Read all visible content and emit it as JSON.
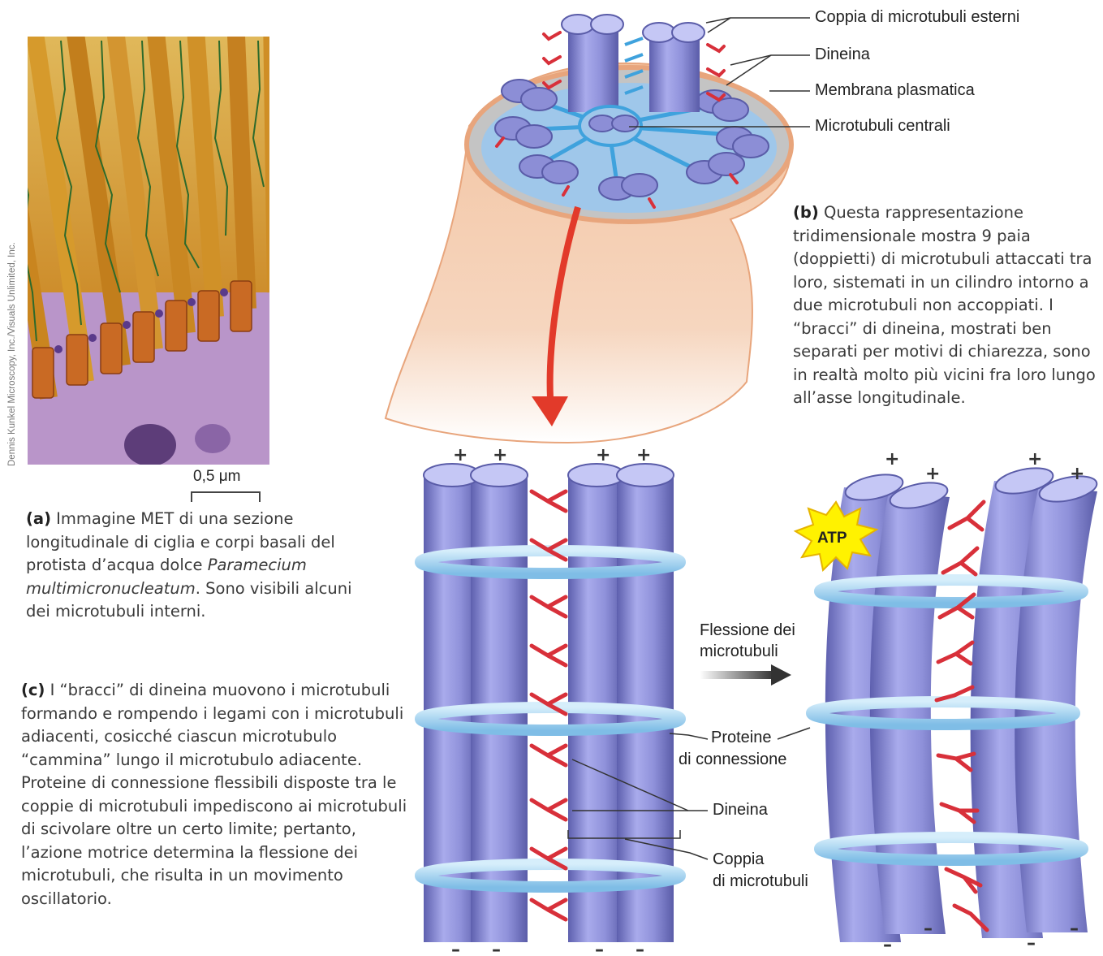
{
  "credit": "Dennis Kunkel Microscopy, Inc./Visuals Unlimited, Inc.",
  "scale_bar": "0,5 μm",
  "caption_a": {
    "letter": "(a)",
    "text_1": " Immagine MET di una sezione longitudinale di ciglia e corpi basali del protista d’acqua dolce ",
    "species": "Paramecium multimicronucleatum",
    "text_2": ". Sono visibili alcuni dei microtubuli interni."
  },
  "caption_b": {
    "letter": "(b)",
    "text": " Questa rappresentazione tridimensionale mostra 9 paia (doppietti) di microtubuli attaccati tra loro, sistemati in un cilindro intorno a due microtubuli non accoppiati. I “bracci” di dineina, mostrati ben separati per motivi di chiarezza, sono in realtà molto più vicini fra loro lungo all’asse longitudinale."
  },
  "caption_c": {
    "letter": "(c)",
    "text": " I “bracci” di dineina muovono i microtubuli formando e rompendo i legami con i microtubuli adiacenti, cosicché ciascun microtubulo “cammina” lungo il microtubulo adiacente. Proteine di connessione flessibili disposte tra le coppie di microtubuli impediscono ai microtubuli di scivolare oltre un certo limite; pertanto, l’azione motrice determina la flessione dei microtubuli, che risulta in un movimento oscillatorio."
  },
  "labels_b": {
    "outer_pair": "Coppia di microtubuli esterni",
    "dynein": "Dineina",
    "membrane": "Membrana plasmatica",
    "central": "Microtubuli centrali"
  },
  "labels_c": {
    "flexion_1": "Flessione dei",
    "flexion_2": "microtubuli",
    "connect_1": "Proteine",
    "connect_2": "di connessione",
    "dynein": "Dineina",
    "pair_1": "Coppia",
    "pair_2": "di microtubuli",
    "atp": "ATP",
    "plus": "+",
    "minus": "–"
  },
  "colors": {
    "tubule": "#8c8ed6",
    "tubule_dark": "#6264b5",
    "tubule_light": "#b8baf0",
    "dynein": "#d8303a",
    "connector": "#9ed0ef",
    "membrane": "#efb38c",
    "atp": "#fff200"
  }
}
